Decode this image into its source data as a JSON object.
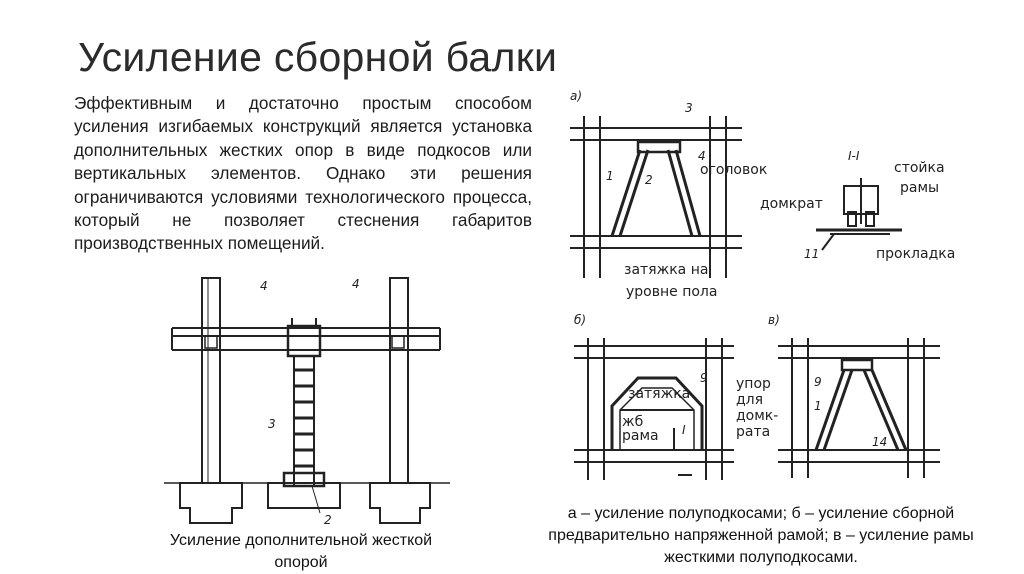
{
  "slide": {
    "title": "Усиление сборной балки",
    "intro": "Эффективным и достаточно простым способом усиления изгибаемых конструкций является установка дополнительных жестких опор в виде подкосов или вертикальных элементов. Однако эти решения ограничиваются условиями технологического процесса, который не позволяет стеснения габаритов производственных помещений."
  },
  "left_figure": {
    "caption": "Усиление дополнительной жесткой опорой",
    "marks": {
      "top": "4",
      "top2": "4",
      "mid": "3",
      "bottom": "2"
    }
  },
  "right_figure": {
    "caption": "а – усиление полуподкосами; б – усиление сборной предварительно напряженной рамой; в – усиление рамы жесткими полуподкосами.",
    "panel_a": {
      "letter": "а)",
      "num_3": "3",
      "num_1": "1",
      "num_2": "2",
      "num_4": "4",
      "label_ogolovok": "оголовок",
      "label_zatyazhka_1": "затяжка на",
      "label_zatyazhka_2": "уровне пола"
    },
    "section_11": {
      "label": "I-I",
      "stoyka_1": "стойка",
      "stoyka_2": "рамы",
      "domkrat": "домкрат",
      "prokladka": "прокладка",
      "num_11": "11"
    },
    "panel_b": {
      "letter": "б)",
      "num_9": "9",
      "zatyazhka": "затяжка",
      "zhb_1": "жб",
      "zhb_2": "рама",
      "section_mark": "I",
      "upor_1": "упор",
      "upor_2": "для",
      "upor_3": "домк-",
      "upor_4": "рата"
    },
    "panel_v": {
      "letter": "в)",
      "num_9": "9",
      "num_1": "1",
      "num_14": "14"
    }
  }
}
